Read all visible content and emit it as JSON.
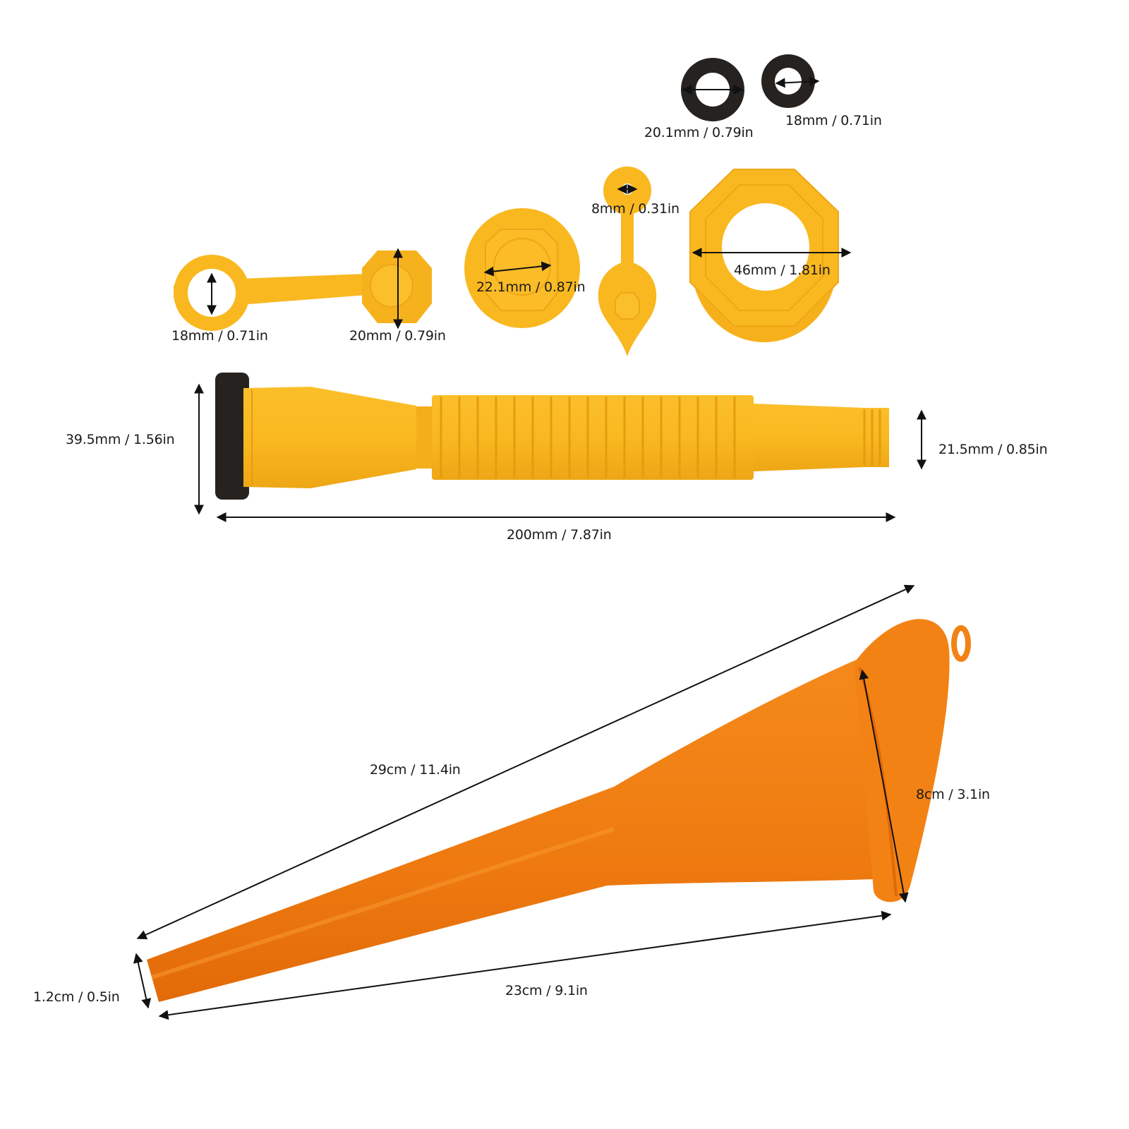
{
  "colors": {
    "background": "#ffffff",
    "yellow_part": "#f9b820",
    "yellow_shade": "#eda514",
    "yellow_light": "#fcc640",
    "orange_funnel": "#f07f12",
    "orange_shade": "#e0680a",
    "rubber_black": "#262220",
    "dimension_line": "#111111",
    "label_text": "#1a1a1a"
  },
  "parts": {
    "washer_large": {
      "name": "Black rubber washer (large)",
      "label": "20.1mm / 0.79in"
    },
    "washer_small": {
      "name": "Black rubber washer (small)",
      "label": "18mm / 0.71in"
    },
    "tethered_cap": {
      "name": "Tethered vent cap",
      "ring_label": "18mm / 0.71in",
      "cap_label": "20mm / 0.79in"
    },
    "round_cap": {
      "name": "Round base cap",
      "label": "22.1mm / 0.87in"
    },
    "vent_cap": {
      "name": "Small vent cap with strap",
      "label": "8mm / 0.31in"
    },
    "collar_nut": {
      "name": "Octagonal collar nut",
      "label": "46mm / 1.81in"
    },
    "spout": {
      "name": "Flexible spout",
      "base_label": "39.5mm / 1.56in",
      "tip_label": "21.5mm / 0.85in",
      "length_label": "200mm / 7.87in"
    },
    "funnel": {
      "name": "Long funnel",
      "length_top_label": "29cm / 11.4in",
      "mouth_label": "8cm / 3.1in",
      "length_bottom_label": "23cm / 9.1in",
      "tip_label": "1.2cm / 0.5in"
    }
  }
}
